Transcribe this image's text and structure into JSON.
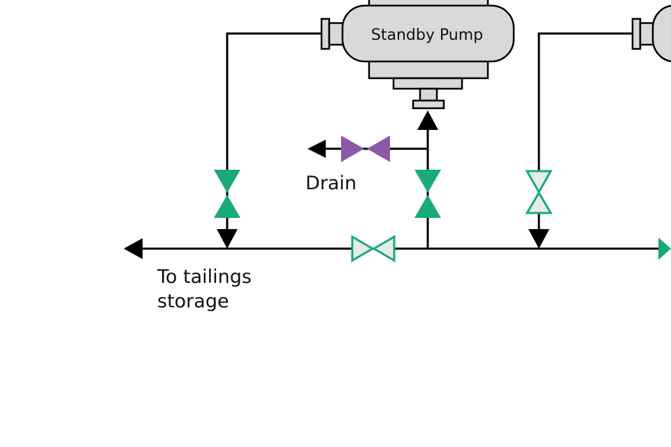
{
  "diagram": {
    "pump_label": "Standby Pump",
    "drain_label": "Drain",
    "tailings_label_line1": "To tailings",
    "tailings_label_line2": "storage"
  },
  "colors": {
    "valve_open": "#1aaa7a",
    "valve_closed_fill": "#e6ece8",
    "valve_closed_stroke": "#1aaa7a",
    "drain_valve": "#8a5aa8",
    "pump_body": "#d9d9d9",
    "pipe": "#000000",
    "background": "#ffffff"
  },
  "valve_states": {
    "left_branch_valve": "open",
    "pump_discharge_valve": "open",
    "header_valve": "closed",
    "right_branch_valve": "closed",
    "drain_valve": "open"
  }
}
